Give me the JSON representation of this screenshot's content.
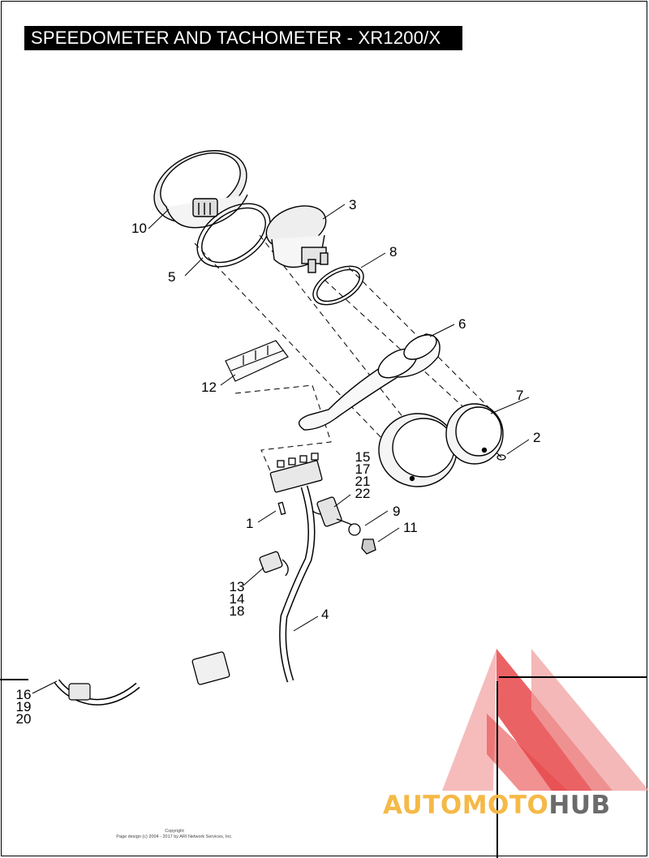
{
  "title": "SPEEDOMETER AND TACHOMETER - XR1200/X",
  "callouts": {
    "c1": "1",
    "c2": "2",
    "c3": "3",
    "c4": "4",
    "c5": "5",
    "c6": "6",
    "c7": "7",
    "c8": "8",
    "c9": "9",
    "c10": "10",
    "c11": "11",
    "c12": "12",
    "group_15": [
      "15",
      "17",
      "21",
      "22"
    ],
    "group_13": [
      "13",
      "14",
      "18"
    ],
    "group_16": [
      "16",
      "19",
      "20"
    ]
  },
  "copyright": {
    "line1": "Copyright",
    "line2": "Page design (c) 2004 - 2017 by ARI Network Services, Inc."
  },
  "watermark": {
    "part1": "AUTOMOTO",
    "part2": "HUB",
    "colors": {
      "red": "#e8474a",
      "pink": "#f2a2a2",
      "orange": "#f5b947",
      "gray": "#6b6b6b"
    }
  }
}
